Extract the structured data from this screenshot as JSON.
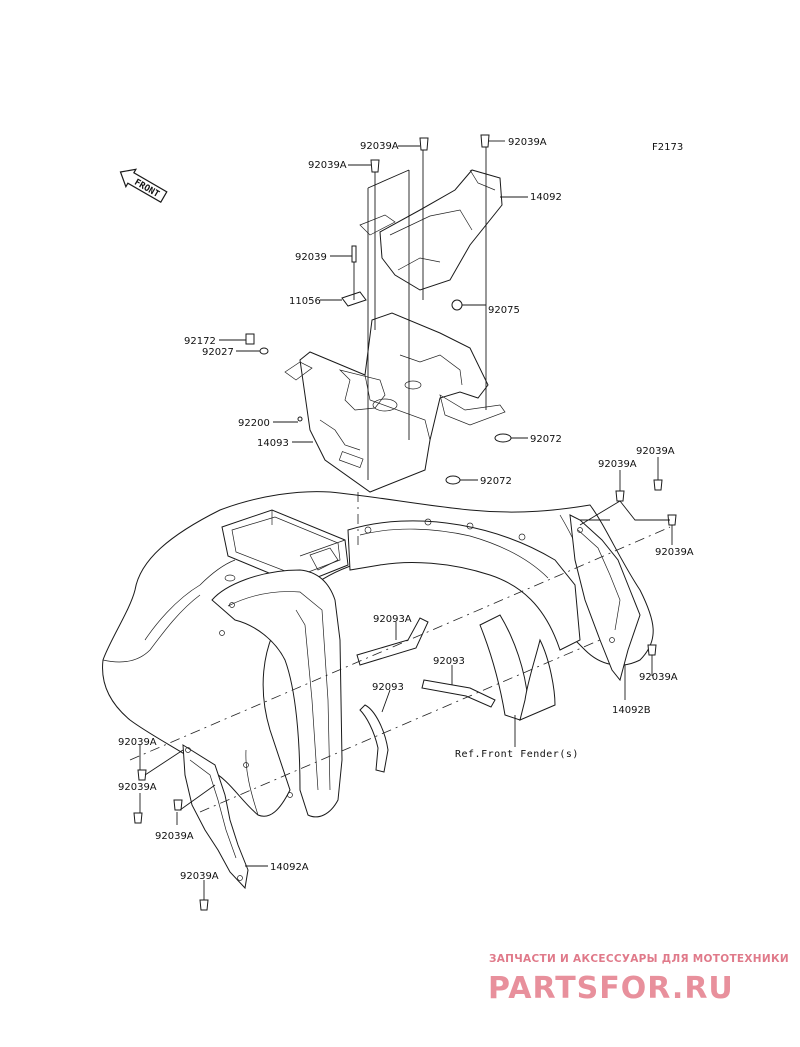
{
  "diagram": {
    "code": "F2173",
    "front_arrow_label": "FRONT",
    "reference_note": "Ref.Front Fender(s)",
    "labels": {
      "p92039A_1": "92039A",
      "p92039A_2": "92039A",
      "p92039A_3": "92039A",
      "p14092": "14092",
      "p92039": "92039",
      "p11056": "11056",
      "p92075": "92075",
      "p92172": "92172",
      "p92027": "92027",
      "p92200": "92200",
      "p14093": "14093",
      "p92072_1": "92072",
      "p92072_2": "92072",
      "p92039A_4": "92039A",
      "p92039A_5": "92039A",
      "p92039A_6": "92039A",
      "p92039A_7": "92039A",
      "p92093A": "92093A",
      "p92093_1": "92093",
      "p92093_2": "92093",
      "p14092B": "14092B",
      "p92039A_8": "92039A",
      "p92039A_9": "92039A",
      "p92039A_10": "92039A",
      "p14092A": "14092A",
      "p92039A_11": "92039A"
    }
  },
  "watermark": {
    "tagline": "ЗАПЧАСТИ И АКСЕССУАРЫ ДЛЯ МОТОТЕХНИКИ",
    "brand": "PARTSFOR.RU"
  }
}
